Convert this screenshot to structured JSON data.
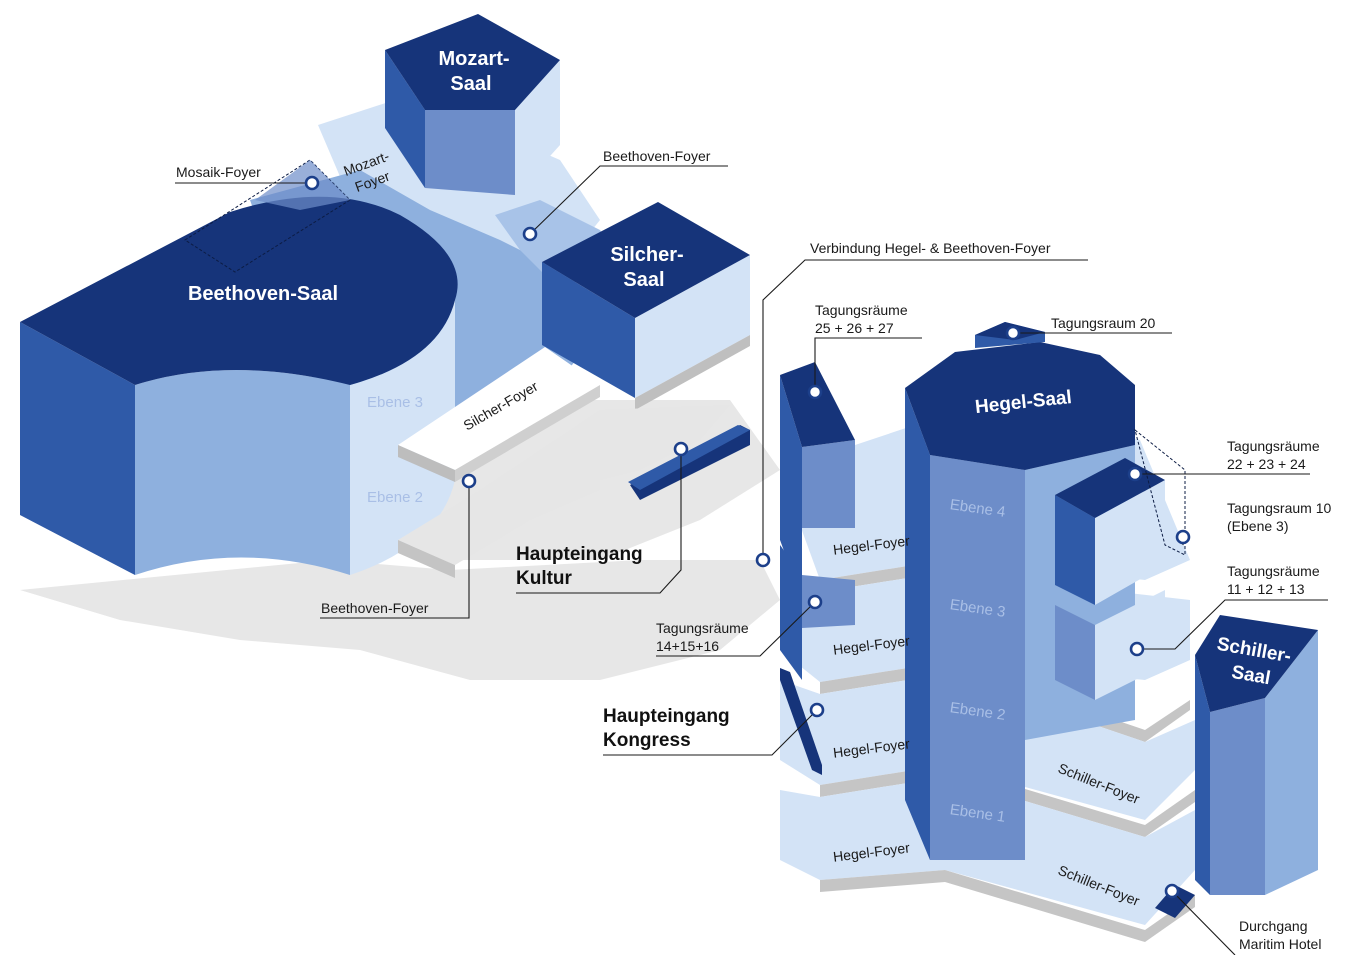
{
  "halls": {
    "mozart_line1": "Mozart-",
    "mozart_line2": "Saal",
    "beethoven": "Beethoven-Saal",
    "silcher_line1": "Silcher-",
    "silcher_line2": "Saal",
    "hegel": "Hegel-Saal",
    "schiller_line1": "Schiller-",
    "schiller_line2": "Saal"
  },
  "foyers": {
    "mozart_line1": "Mozart-",
    "mozart_line2": "Foyer",
    "silcher": "Silcher-Foyer",
    "hegel_4": "Hegel-Foyer",
    "hegel_3": "Hegel-Foyer",
    "hegel_2": "Hegel-Foyer",
    "hegel_1": "Hegel-Foyer",
    "schiller_upper": "Schiller-Foyer",
    "schiller_lower": "Schiller-Foyer"
  },
  "levels": {
    "beethoven_3": "Ebene 3",
    "beethoven_2": "Ebene 2",
    "hegel_4": "Ebene 4",
    "hegel_3": "Ebene 3",
    "hegel_2": "Ebene 2",
    "hegel_1": "Ebene 1"
  },
  "callouts": {
    "mosaik_foyer": "Mosaik-Foyer",
    "beethoven_foyer_top": "Beethoven-Foyer",
    "verbindung": "Verbindung Hegel- & Beethoven-Foyer",
    "tagung_25_line1": "Tagungsräume",
    "tagung_25_line2": "25 + 26 + 27",
    "tagungsraum_20": "Tagungsraum 20",
    "tagung_22_line1": "Tagungsräume",
    "tagung_22_line2": "22 + 23 + 24",
    "tagung_10_line1": "Tagungsraum 10",
    "tagung_10_line2": "(Ebene 3)",
    "tagung_11_line1": "Tagungsräume",
    "tagung_11_line2": "11 + 12 + 13",
    "tagung_14_line1": "Tagungsräume",
    "tagung_14_line2": "14+15+16",
    "beethoven_foyer_bottom": "Beethoven-Foyer",
    "durchgang_line1": "Durchgang",
    "durchgang_line2": "Maritim Hotel"
  },
  "entrances": {
    "kultur_line1": "Haupteingang",
    "kultur_line2": "Kultur",
    "kongress_line1": "Haupteingang",
    "kongress_line2": "Kongress"
  },
  "colors": {
    "navy": "#16347a",
    "medium_blue": "#2f5aa8",
    "periwinkle": "#6d8dc9",
    "light_blue": "#8eb0de",
    "pale_blue": "#d3e3f6",
    "gray_shadow": "#e7e7e7"
  }
}
